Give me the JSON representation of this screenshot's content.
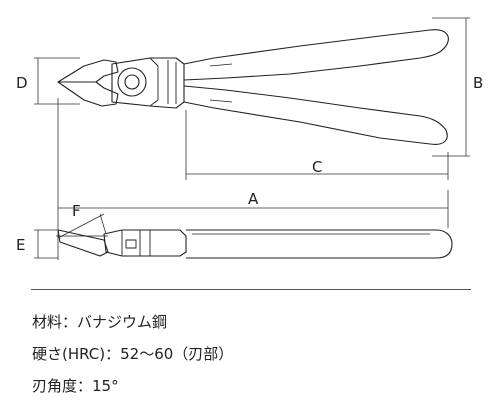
{
  "dimension_labels": {
    "a": "A",
    "b": "B",
    "c": "C",
    "d": "D",
    "e": "E",
    "f": "F"
  },
  "specs": {
    "material": "材料：バナジウム鋼",
    "hardness": "硬さ(HRC)：52〜60（刃部）",
    "edge_angle": "刃角度：15°"
  }
}
